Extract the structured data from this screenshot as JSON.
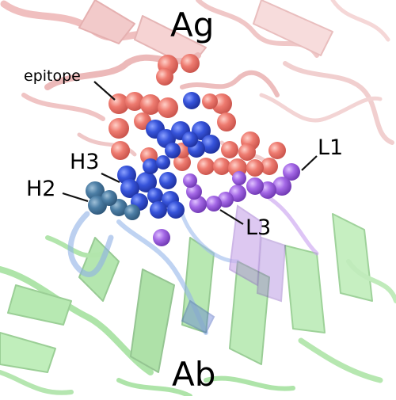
{
  "labels": {
    "antigen": "Ag",
    "antibody": "Ab",
    "epitope": "epitope",
    "h1": "H3",
    "h2": "H2",
    "l1": "L1",
    "l3": "L3"
  },
  "colors": {
    "antigen_ribbon": "#e58a8a",
    "epitope_atoms": "#e8685e",
    "antibody_ribbon": "#77d86d",
    "h3_atoms": "#2f4fd4",
    "h2_atoms": "#4a7ea6",
    "light_chain_atoms": "#9a5ee0",
    "light_ribbon": "#c8a0e8",
    "heavy_ribbon": "#8fb4e8"
  }
}
